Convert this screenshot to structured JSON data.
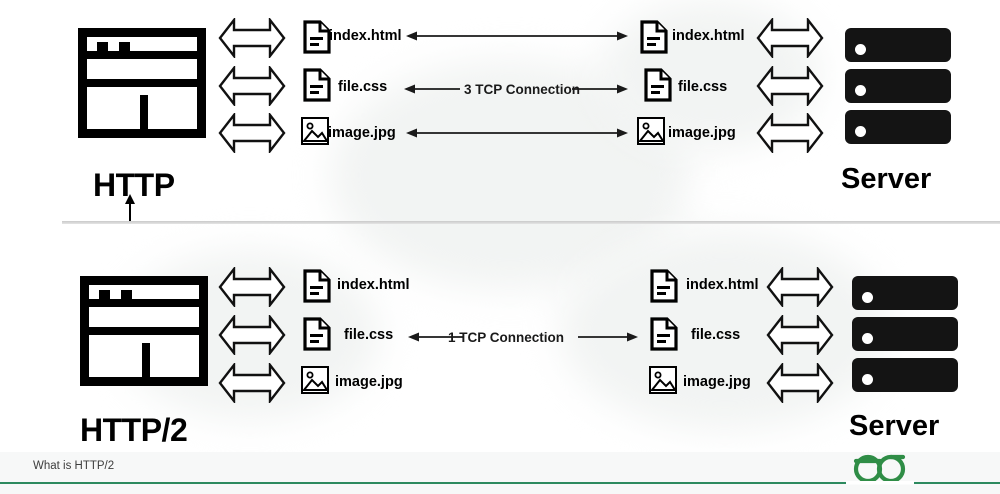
{
  "diagram": {
    "title": "What is HTTP/2",
    "accent_color": "#2d8a5f",
    "ink_color": "#000000",
    "server_color": "#141414",
    "sections": [
      {
        "id": "http",
        "protocol_label": "HTTP",
        "client_icon": "browser-window-icon",
        "server_label": "Server",
        "connection_label": "3 TCP Connection",
        "connection_count": 3,
        "resources": [
          {
            "name": "index.html",
            "icon": "file-document-icon"
          },
          {
            "name": "file.css",
            "icon": "file-document-icon"
          },
          {
            "name": "image.jpg",
            "icon": "image-file-icon"
          }
        ],
        "server_resources": [
          {
            "name": "index.html",
            "icon": "file-document-icon"
          },
          {
            "name": "file.css",
            "icon": "file-document-icon"
          },
          {
            "name": "image.jpg",
            "icon": "image-file-icon"
          }
        ],
        "connector_rows": [
          {
            "style": "double-headed-arrow",
            "label": ""
          },
          {
            "style": "double-headed-arrow",
            "label": "3 TCP Connection"
          },
          {
            "style": "double-headed-arrow",
            "label": ""
          }
        ]
      },
      {
        "id": "http2",
        "protocol_label": "HTTP/2",
        "client_icon": "browser-window-icon",
        "server_label": "Server",
        "connection_label": "1 TCP Connection",
        "connection_count": 1,
        "resources": [
          {
            "name": "index.html",
            "icon": "file-document-icon"
          },
          {
            "name": "file.css",
            "icon": "file-document-icon"
          },
          {
            "name": "image.jpg",
            "icon": "image-file-icon"
          }
        ],
        "server_resources": [
          {
            "name": "index.html",
            "icon": "file-document-icon"
          },
          {
            "name": "file.css",
            "icon": "file-document-icon"
          },
          {
            "name": "image.jpg",
            "icon": "image-file-icon"
          }
        ],
        "connector_rows": [
          {
            "style": "none",
            "label": ""
          },
          {
            "style": "double-headed-arrow",
            "label": "1 TCP Connection"
          },
          {
            "style": "none",
            "label": ""
          }
        ]
      }
    ]
  },
  "footer": {
    "caption": "What is HTTP/2",
    "logo": "geeksforgeeks-logo",
    "line_color": "#2d8a5f"
  }
}
